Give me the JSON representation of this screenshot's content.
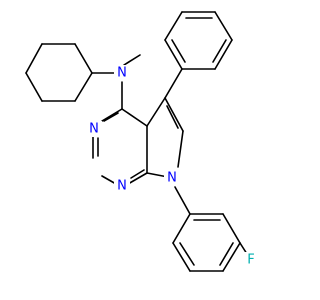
{
  "molecule": {
    "colors": {
      "bond": "#000000",
      "nitrogen": "#0000ff",
      "fluorine": "#00b0b0",
      "background": "#ffffff"
    },
    "atoms": [
      {
        "id": "n_amine",
        "label": "N",
        "element": "nitrogen"
      },
      {
        "id": "n_pyrimidine_3",
        "label": "N",
        "element": "nitrogen"
      },
      {
        "id": "n_pyrimidine_1",
        "label": "N",
        "element": "nitrogen"
      },
      {
        "id": "n_pyrrole_7",
        "label": "N",
        "element": "nitrogen"
      },
      {
        "id": "f_para",
        "label": "F",
        "element": "fluorine"
      }
    ]
  }
}
